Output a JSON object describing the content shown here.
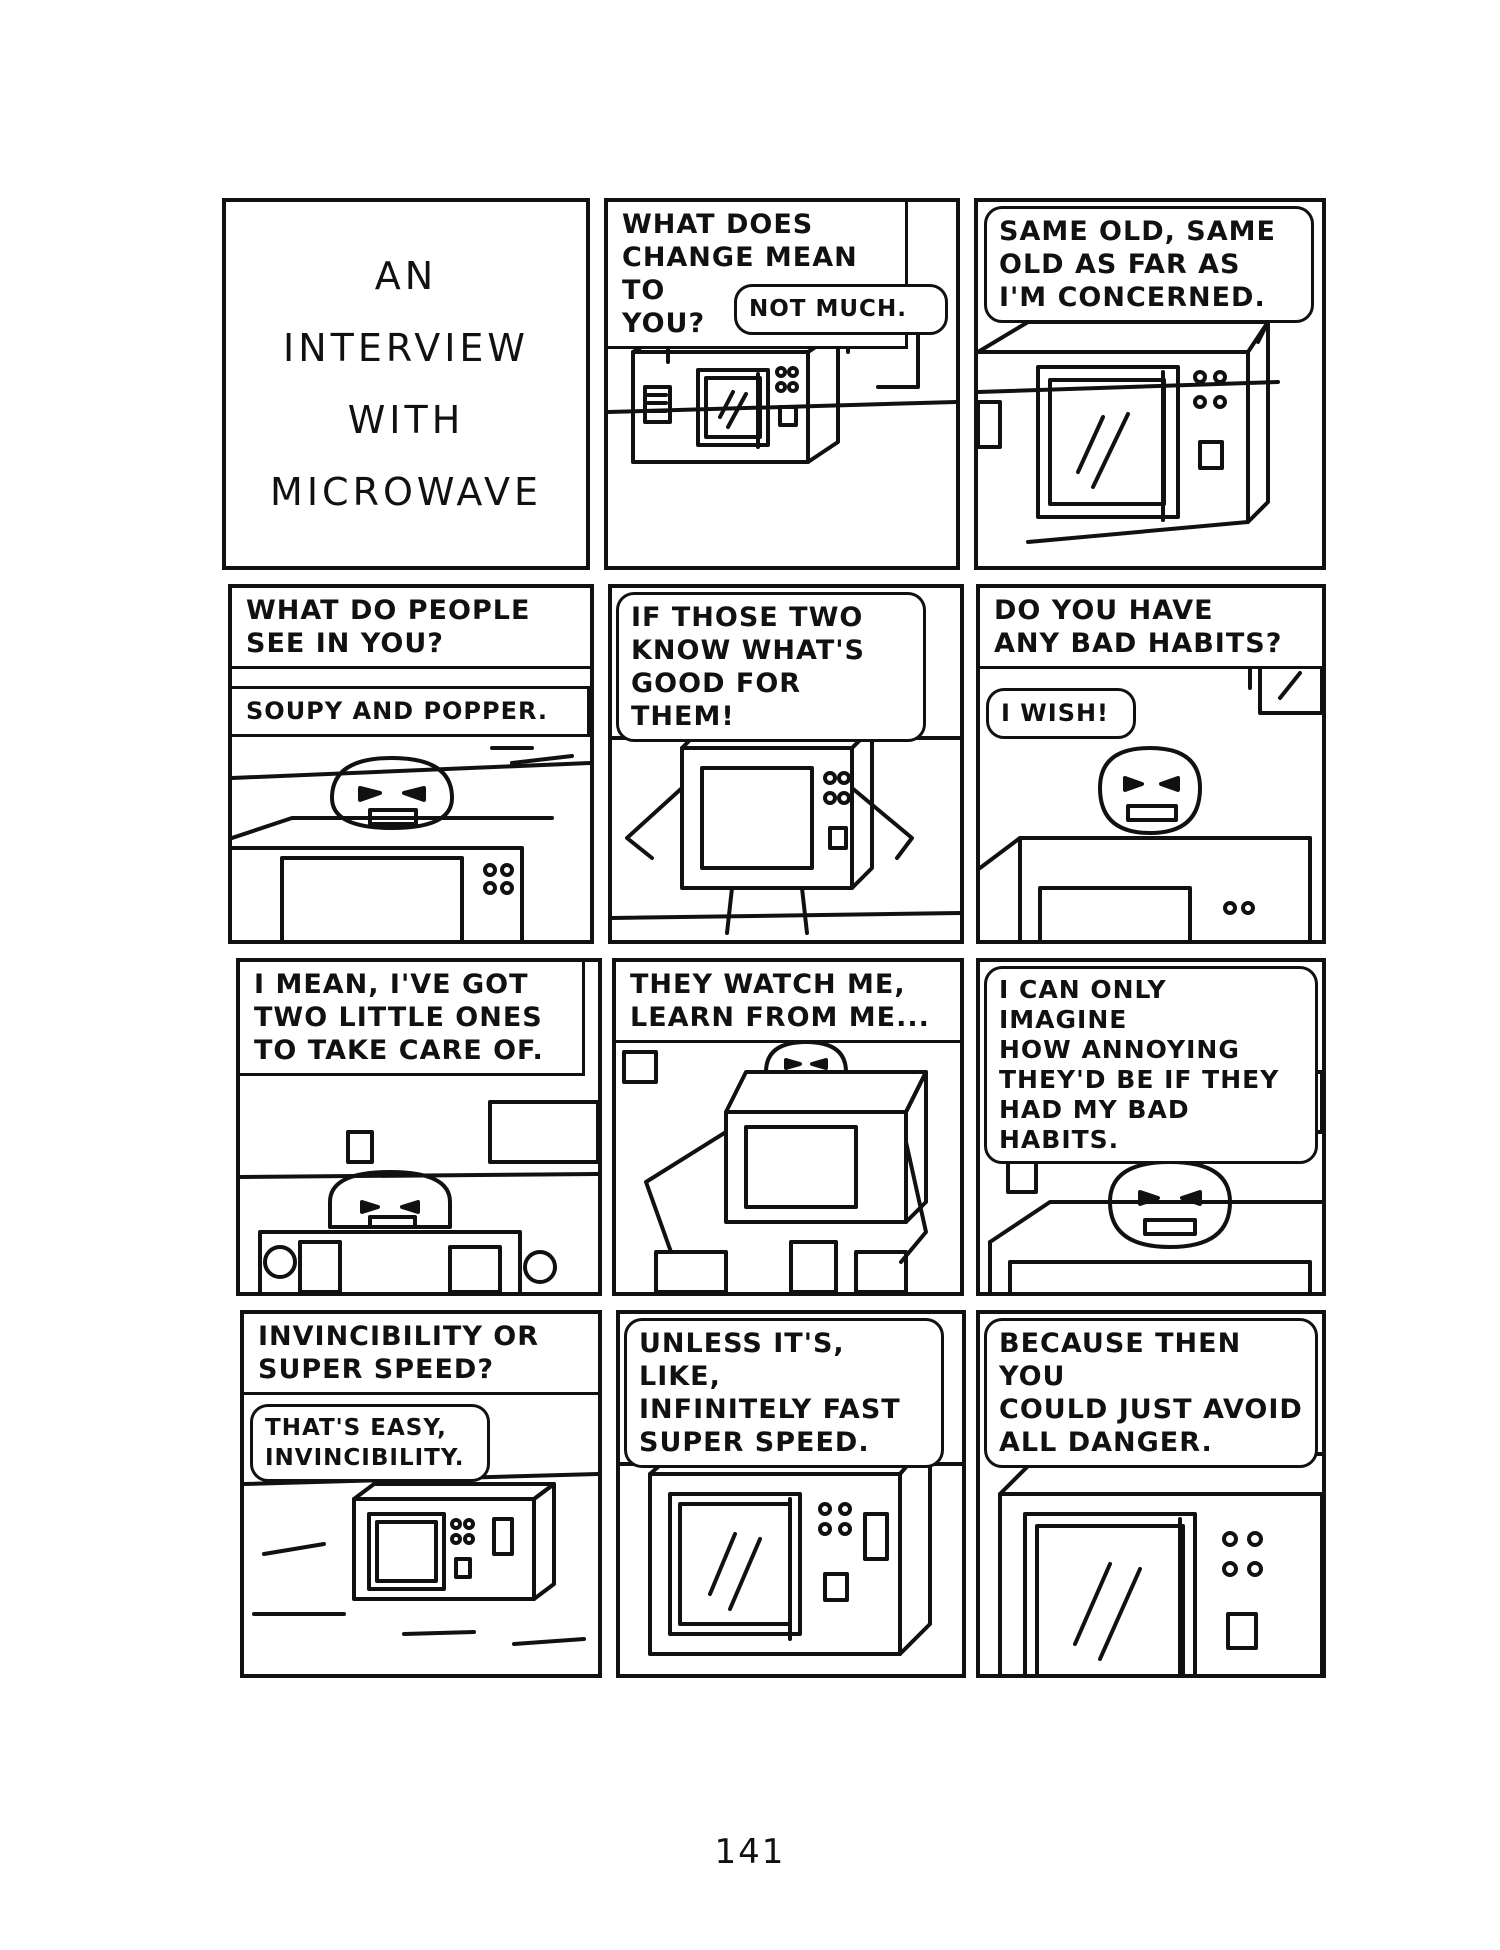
{
  "title_panel": {
    "text": "AN\nINTERVIEW\nWITH\nMICROWAVE"
  },
  "panels": [
    {
      "caption": "WHAT DOES\nCHANGE MEAN TO\nYOU?",
      "reply": "NOT MUCH."
    },
    {
      "caption": "SAME OLD, SAME\nOLD AS FAR AS\nI'M CONCERNED."
    },
    {
      "caption": "WHAT DO PEOPLE\nSEE IN YOU?",
      "reply": "SOUPY AND POPPER."
    },
    {
      "caption": "IF THOSE TWO\nKNOW WHAT'S\nGOOD FOR THEM!"
    },
    {
      "caption": "DO YOU HAVE\nANY BAD HABITS?",
      "reply": "I WISH!"
    },
    {
      "caption": "I MEAN, I'VE GOT\nTWO LITTLE ONES\nTO TAKE CARE OF."
    },
    {
      "caption": "THEY WATCH ME,\nLEARN FROM ME..."
    },
    {
      "caption": "I CAN ONLY IMAGINE\nHOW ANNOYING\nTHEY'D BE IF THEY\nHAD MY BAD\nHABITS."
    },
    {
      "caption": "INVINCIBILITY OR\nSUPER SPEED?",
      "reply": "THAT'S EASY,\nINVINCIBILITY."
    },
    {
      "caption": "UNLESS IT'S, LIKE,\nINFINITELY FAST\nSUPER SPEED."
    },
    {
      "caption": "BECAUSE THEN YOU\nCOULD JUST AVOID\nALL DANGER."
    }
  ],
  "page_number": "141",
  "colors": {
    "ink": "#111111",
    "paper": "#ffffff"
  }
}
